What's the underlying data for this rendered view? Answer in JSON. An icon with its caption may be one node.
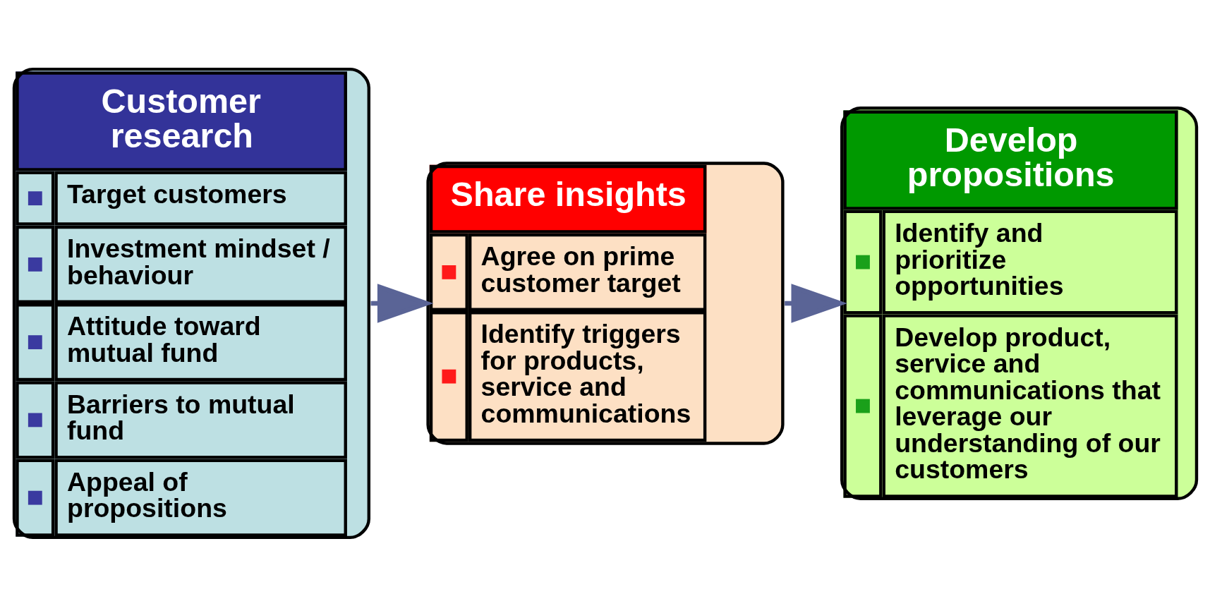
{
  "diagram": {
    "nodes": [
      {
        "text": [
          "Customer research",
          "Target customers",
          "Investment mindset / behaviour",
          "Attitude toward mutual fund",
          "Barriers to mutual fund",
          "Appeal of propositions"
        ]
      },
      {
        "text": [
          "Share insights",
          "Agree on prime customer target",
          "Identify triggers for products, service and communications"
        ]
      },
      {
        "text": [
          "Develop propositions",
          "Identify and prioritize opportunities",
          "Develop product, service and communications that leverage our understanding of our customers"
        ]
      }
    ],
    "edges": [
      {
        "from": 0,
        "to": 1,
        "arrow": "to"
      },
      {
        "from": 1,
        "to": 2,
        "arrow": "to"
      }
    ]
  }
}
